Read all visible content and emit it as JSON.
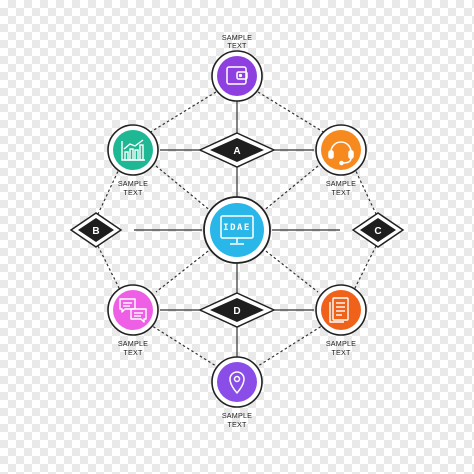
{
  "diagram": {
    "center": {
      "label": "IDAE",
      "color": "#29b6e8",
      "icon": "monitor-icon"
    },
    "nodes": {
      "top": {
        "label": "SAMPLE TEXT",
        "line1": "SAMPLE",
        "line2": "TEXT",
        "color": "#8e3fe0",
        "icon": "wallet-icon"
      },
      "top_left": {
        "label": "SAMPLE TEXT",
        "line1": "SAMPLE",
        "line2": "TEXT",
        "color": "#1fb894",
        "icon": "bar-chart-icon"
      },
      "top_right": {
        "label": "SAMPLE TEXT",
        "line1": "SAMPLE",
        "line2": "TEXT",
        "color": "#f68a1e",
        "icon": "headset-icon"
      },
      "bottom_left": {
        "label": "SAMPLE TEXT",
        "line1": "SAMPLE",
        "line2": "TEXT",
        "color": "#ef5fe6",
        "icon": "chat-icon"
      },
      "bottom_right": {
        "label": "SAMPLE TEXT",
        "line1": "SAMPLE",
        "line2": "TEXT",
        "color": "#f0611a",
        "icon": "document-icon"
      },
      "bottom": {
        "label": "SAMPLE TEXT",
        "line1": "SAMPLE",
        "line2": "TEXT",
        "color": "#8a4de8",
        "icon": "location-pin-icon"
      }
    },
    "diamonds": {
      "a": "A",
      "b": "B",
      "c": "C",
      "d": "D"
    },
    "colors": {
      "outline": "#222222",
      "diamond_fill": "#1e1e1e",
      "line": "#333333"
    }
  }
}
